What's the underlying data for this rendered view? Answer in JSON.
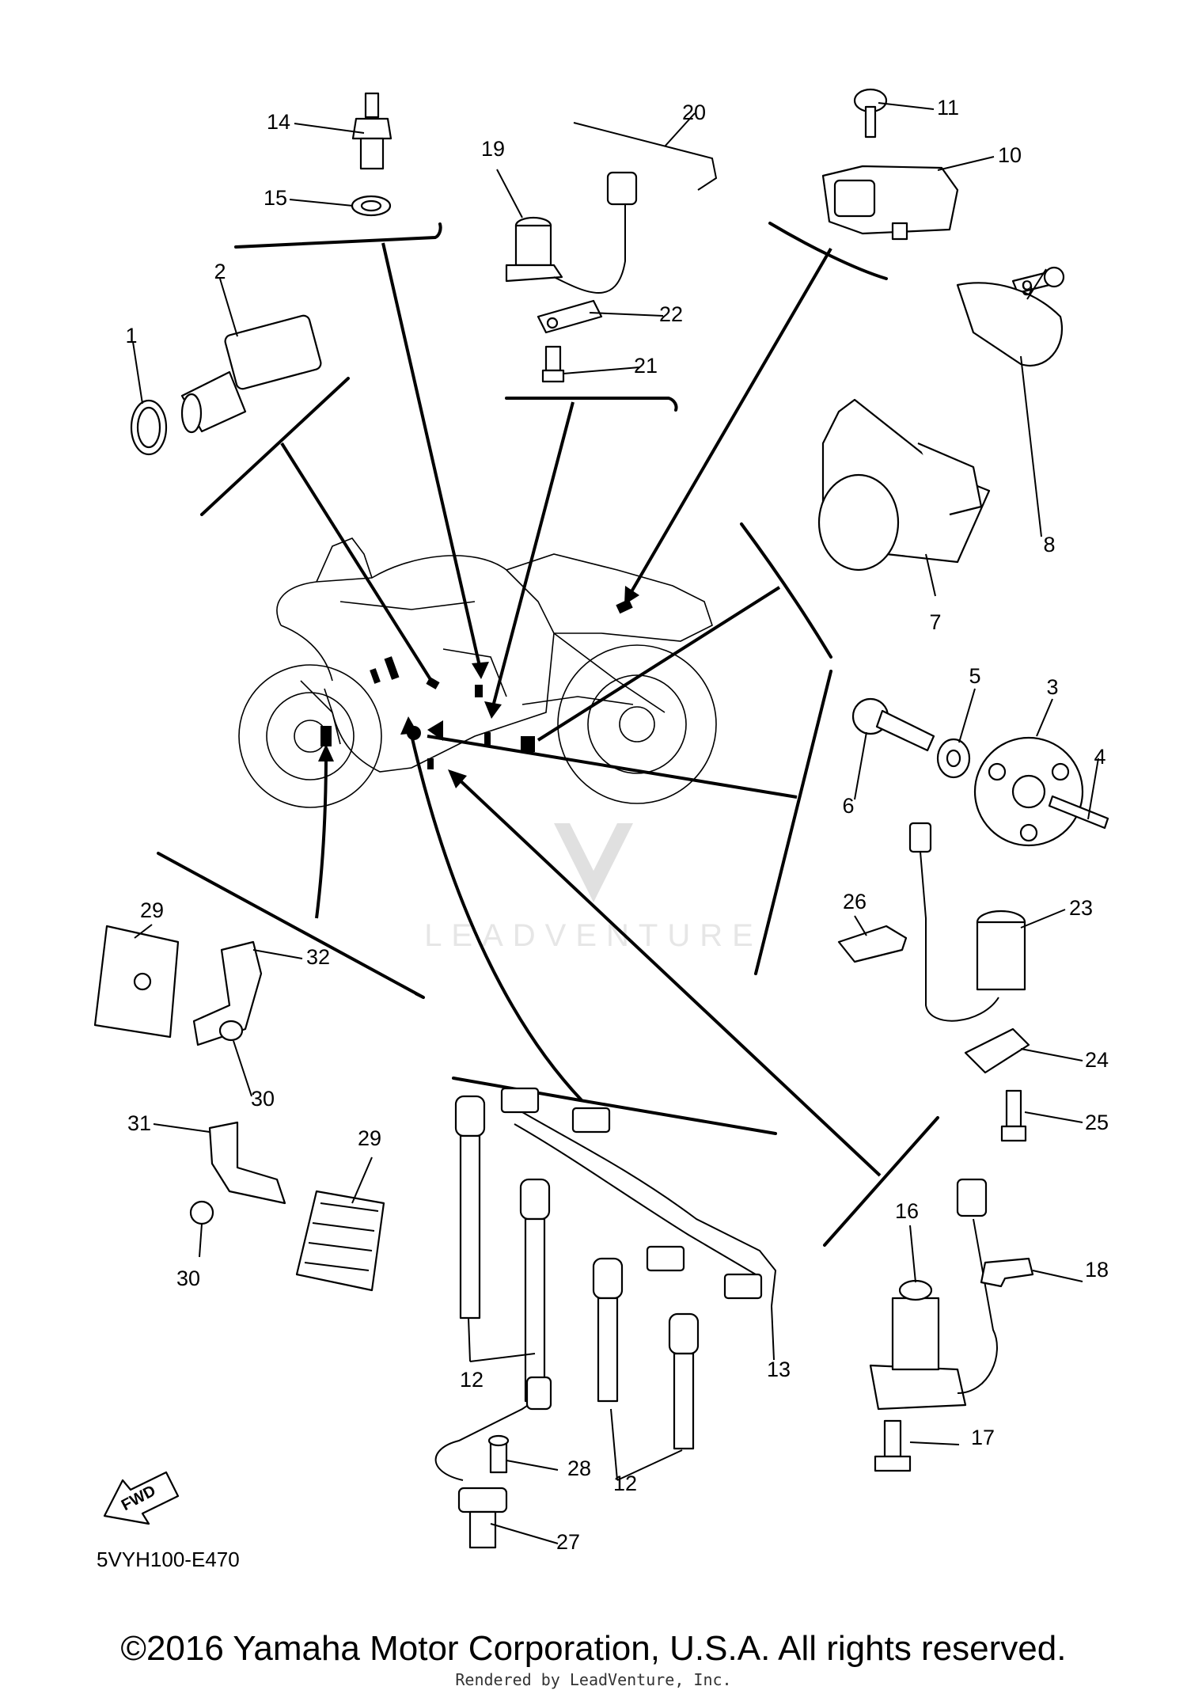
{
  "diagram": {
    "code": "5VYH100-E470",
    "fwd_label": "FWD",
    "watermark": "LEADVENTURE",
    "callouts": {
      "c1": "1",
      "c2": "2",
      "c3": "3",
      "c4": "4",
      "c5": "5",
      "c6": "6",
      "c7": "7",
      "c8": "8",
      "c9": "9",
      "c10": "10",
      "c11": "11",
      "c12a": "12",
      "c12b": "12",
      "c13": "13",
      "c14": "14",
      "c15": "15",
      "c16": "16",
      "c17": "17",
      "c18": "18",
      "c19": "19",
      "c20": "20",
      "c21": "21",
      "c22": "22",
      "c23": "23",
      "c24": "24",
      "c25": "25",
      "c26": "26",
      "c27": "27",
      "c28": "28",
      "c29a": "29",
      "c29b": "29",
      "c30a": "30",
      "c30b": "30",
      "c31": "31",
      "c32": "32"
    }
  },
  "footer": {
    "copyright": "©2016 Yamaha Motor Corporation, U.S.A. All rights reserved.",
    "rendered_by": "Rendered by LeadVenture, Inc."
  }
}
